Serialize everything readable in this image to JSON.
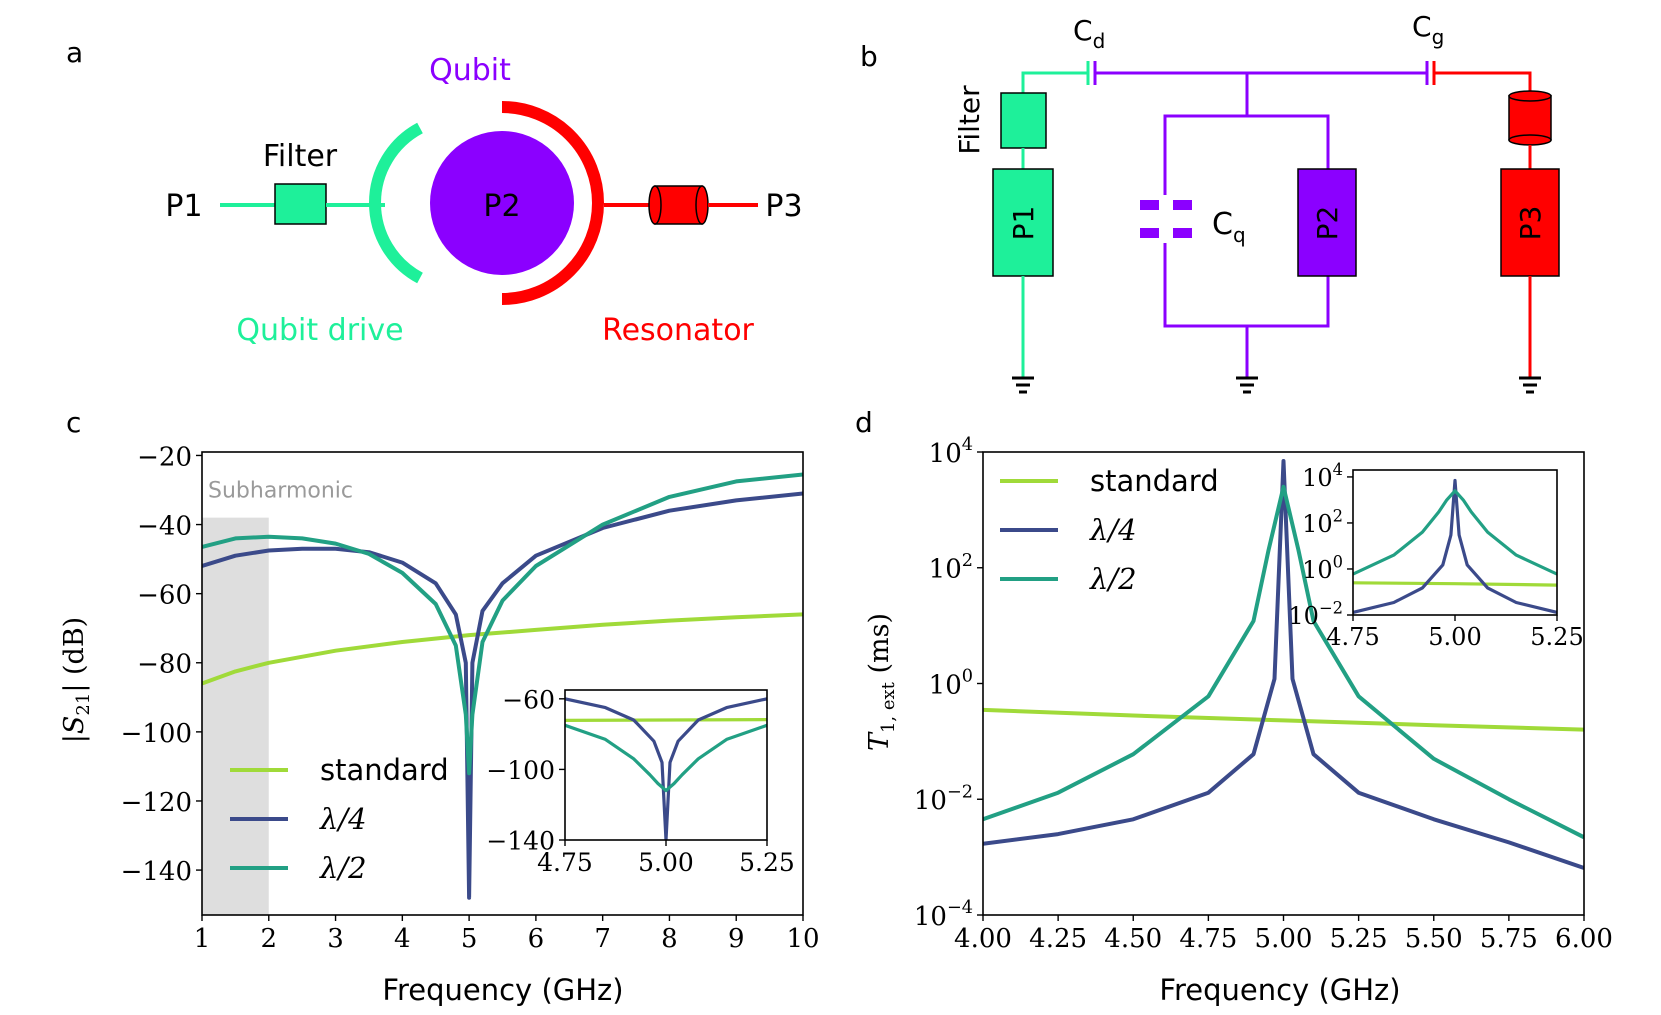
{
  "colors": {
    "drive": "#1ef09a",
    "qubit": "#8b00ff",
    "resonator": "#ff0000",
    "standard": "#a0da39",
    "quarter": "#3b4a8a",
    "half": "#22a084",
    "shade": "#dedede",
    "subharmonic_text": "#9a9a9a"
  },
  "panel_a": {
    "letter": "a",
    "qubit_label": "Qubit",
    "filter_label": "Filter",
    "p1": "P1",
    "p2": "P2",
    "p3": "P3",
    "drive_label": "Qubit drive",
    "resonator_label": "Resonator"
  },
  "panel_b": {
    "letter": "b",
    "filter_label": "Filter",
    "cd": "C",
    "cd_sub": "d",
    "cg": "C",
    "cg_sub": "g",
    "cq": "C",
    "cq_sub": "q",
    "p1": "P1",
    "p2": "P2",
    "p3": "P3"
  },
  "chart_data": [
    {
      "type": "line",
      "panel": "c",
      "letter": "c",
      "xlabel": "Frequency (GHz)",
      "ylabel": "|S21| (dB)",
      "xlim": [
        1,
        10
      ],
      "ylim": [
        -153,
        -19
      ],
      "xticks": [
        "1",
        "2",
        "3",
        "4",
        "5",
        "6",
        "7",
        "8",
        "9",
        "10"
      ],
      "yticks": [
        "−20",
        "−40",
        "−60",
        "−80",
        "−100",
        "−120",
        "−140"
      ],
      "shaded_region": {
        "label": "Subharmonic",
        "x": [
          1,
          2
        ],
        "y": [
          -153,
          -38
        ]
      },
      "legend": {
        "position": "lower-left",
        "entries": [
          "standard",
          "λ/4",
          "λ/2"
        ]
      },
      "series": [
        {
          "name": "standard",
          "x": [
            1,
            1.5,
            2,
            3,
            4,
            5,
            6,
            7,
            8,
            9,
            10
          ],
          "values": [
            -86,
            -82.5,
            -80,
            -76.5,
            -74,
            -72,
            -70.5,
            -69,
            -67.8,
            -66.8,
            -66
          ]
        },
        {
          "name": "λ/4",
          "x": [
            1,
            1.5,
            2,
            2.5,
            3,
            3.5,
            4,
            4.5,
            4.8,
            4.95,
            5,
            5.05,
            5.2,
            5.5,
            6,
            7,
            8,
            9,
            10
          ],
          "values": [
            -52,
            -49,
            -47.5,
            -47,
            -47,
            -48,
            -51,
            -57,
            -66,
            -80,
            -148,
            -80,
            -65,
            -57,
            -49,
            -41,
            -36,
            -33,
            -31
          ]
        },
        {
          "name": "λ/2",
          "x": [
            1,
            1.5,
            2,
            2.5,
            3,
            3.5,
            4,
            4.5,
            4.8,
            4.95,
            5,
            5.05,
            5.2,
            5.5,
            6,
            7,
            8,
            9,
            10
          ],
          "values": [
            -46.5,
            -44,
            -43.5,
            -44,
            -45.5,
            -48.5,
            -54,
            -63,
            -75,
            -95,
            -112,
            -95,
            -74,
            -62,
            -52,
            -40,
            -32,
            -27.5,
            -25.5
          ]
        }
      ],
      "inset": {
        "xlim": [
          4.75,
          5.25
        ],
        "ylim": [
          -140,
          -55
        ],
        "xticks": [
          "4.75",
          "5.00",
          "5.25"
        ],
        "yticks": [
          "−60",
          "−100",
          "−140"
        ],
        "series": [
          {
            "name": "standard",
            "x": [
              4.75,
              5.0,
              5.25
            ],
            "values": [
              -72.2,
              -72,
              -71.8
            ]
          },
          {
            "name": "λ/4",
            "x": [
              4.75,
              4.85,
              4.92,
              4.97,
              4.99,
              5.0,
              5.01,
              5.03,
              5.08,
              5.15,
              5.25
            ],
            "values": [
              -60,
              -65,
              -72,
              -84,
              -96,
              -140,
              -96,
              -84,
              -72,
              -65,
              -60
            ]
          },
          {
            "name": "λ/2",
            "x": [
              4.75,
              4.85,
              4.92,
              4.96,
              4.98,
              5.0,
              5.02,
              5.04,
              5.08,
              5.15,
              5.25
            ],
            "values": [
              -75,
              -83,
              -94,
              -103,
              -108,
              -112,
              -108,
              -103,
              -94,
              -83,
              -75
            ]
          }
        ]
      }
    },
    {
      "type": "line",
      "panel": "d",
      "letter": "d",
      "xlabel": "Frequency (GHz)",
      "ylabel": "T1, ext (ms)",
      "yscale": "log",
      "xlim": [
        4.0,
        6.0
      ],
      "ylim": [
        0.0001,
        10000.0
      ],
      "xticks": [
        "4.00",
        "4.25",
        "4.50",
        "4.75",
        "5.00",
        "5.25",
        "5.50",
        "5.75",
        "6.00"
      ],
      "yticks": [
        {
          "base": "10",
          "exp": "4"
        },
        {
          "base": "10",
          "exp": "2"
        },
        {
          "base": "10",
          "exp": "0"
        },
        {
          "base": "10",
          "exp": "−2"
        },
        {
          "base": "10",
          "exp": "−4"
        }
      ],
      "legend": {
        "position": "upper-left",
        "entries": [
          "standard",
          "λ/4",
          "λ/2"
        ]
      },
      "series": [
        {
          "name": "standard",
          "x": [
            4.0,
            4.5,
            5.0,
            5.5,
            6.0
          ],
          "values": [
            0.35,
            0.28,
            0.23,
            0.19,
            0.16
          ]
        },
        {
          "name": "λ/4",
          "x": [
            4.0,
            4.25,
            4.5,
            4.75,
            4.9,
            4.97,
            5.0,
            5.03,
            5.1,
            5.25,
            5.5,
            5.75,
            6.0
          ],
          "values": [
            0.0017,
            0.0025,
            0.0045,
            0.013,
            0.06,
            1.2,
            7000,
            1.2,
            0.06,
            0.013,
            0.0045,
            0.0018,
            0.00065
          ]
        },
        {
          "name": "λ/2",
          "x": [
            4.0,
            4.25,
            4.5,
            4.75,
            4.9,
            4.95,
            5.0,
            5.05,
            5.1,
            5.25,
            5.5,
            5.75,
            6.0
          ],
          "values": [
            0.0045,
            0.013,
            0.06,
            0.6,
            12,
            200,
            2500,
            200,
            12,
            0.6,
            0.05,
            0.01,
            0.0022
          ]
        }
      ],
      "inset": {
        "xlim": [
          4.75,
          5.25
        ],
        "ylim": [
          0.01,
          20000
        ],
        "yscale": "log",
        "xticks": [
          "4.75",
          "5.00",
          "5.25"
        ],
        "yticks": [
          {
            "base": "10",
            "exp": "4"
          },
          {
            "base": "10",
            "exp": "2"
          },
          {
            "base": "10",
            "exp": "0"
          },
          {
            "base": "10",
            "exp": "−2"
          }
        ],
        "series": [
          {
            "name": "standard",
            "x": [
              4.75,
              5.0,
              5.25
            ],
            "values": [
              0.25,
              0.23,
              0.2
            ]
          },
          {
            "name": "λ/4",
            "x": [
              4.75,
              4.85,
              4.92,
              4.97,
              4.99,
              5.0,
              5.01,
              5.03,
              5.08,
              5.15,
              5.25
            ],
            "values": [
              0.013,
              0.035,
              0.15,
              1.5,
              30,
              7000,
              30,
              1.5,
              0.15,
              0.035,
              0.013
            ]
          },
          {
            "name": "λ/2",
            "x": [
              4.75,
              4.85,
              4.92,
              4.96,
              4.98,
              5.0,
              5.02,
              5.04,
              5.08,
              5.15,
              5.25
            ],
            "values": [
              0.6,
              4,
              40,
              300,
              1000,
              2500,
              1000,
              300,
              40,
              4,
              0.6
            ]
          }
        ]
      }
    }
  ]
}
